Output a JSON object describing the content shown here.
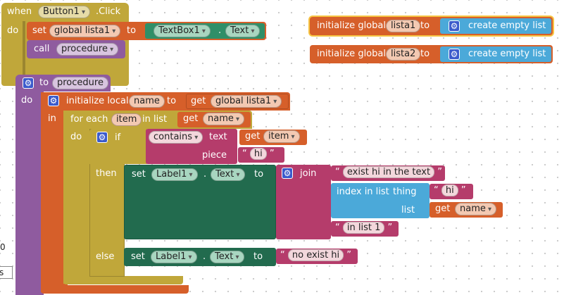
{
  "colors": {
    "control": "#c0a73a",
    "controlDark": "#9b8630",
    "variables": "#d65f2a",
    "procedures": "#8f5b9f",
    "components": "#2f8f68",
    "componentsDark": "#226b4e",
    "text": "#b53c6b",
    "lists": "#4ba9d9",
    "listsBlue": "#4a6fd1",
    "workspace_dot": "#c9c9c9"
  },
  "event": {
    "when_label": "when",
    "component": "Button1",
    "event_name": ".Click",
    "do_label": "do",
    "set_label": "set",
    "var": "global lista1",
    "to_label": "to",
    "textbox": "TextBox1",
    "dot": ".",
    "prop": "Text",
    "call_label": "call",
    "proc": "procedure"
  },
  "globals": [
    {
      "init_label": "initialize global",
      "name": "lista1",
      "to_label": "to",
      "value": "create empty list"
    },
    {
      "init_label": "initialize global",
      "name": "lista2",
      "to_label": "to",
      "value": "create empty list"
    }
  ],
  "procedure": {
    "to_label": "to",
    "name": "procedure",
    "do_label": "do",
    "init_local_label": "initialize local",
    "local_name": "name",
    "local_to": "to",
    "get_label": "get",
    "local_value": "global lista1",
    "in_label": "in",
    "foreach_label": "for each",
    "item_name": "item",
    "in_list_label": "in list",
    "list_value": "name",
    "do2_label": "do",
    "if_label": "if",
    "contains_op": "contains",
    "text_label": "text",
    "get_item": "item",
    "piece_label": "piece",
    "piece_value": "hi",
    "then_label": "then",
    "set_label": "set",
    "label_comp": "Label1",
    "dot": ".",
    "label_prop": "Text",
    "to2_label": "to",
    "join_label": "join",
    "join1": "exist hi in the text",
    "index_label": "index in list",
    "thing_label": "thing",
    "thing_value": "hi",
    "list_label": "list",
    "get_name": "name",
    "join3": "in list 1",
    "else_label": "else",
    "else_value": "no exist hi"
  },
  "edge": {
    "zero": "0",
    "s": "s"
  }
}
